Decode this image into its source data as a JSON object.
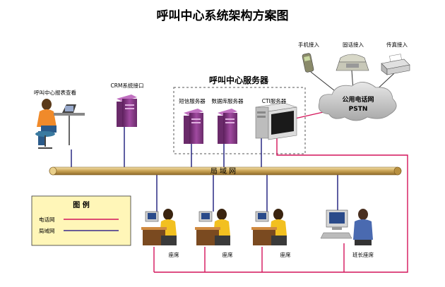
{
  "title": "呼叫中心系统架构方案图",
  "server_group": {
    "title": "呼叫中心服务器"
  },
  "nodes": {
    "report_viewer": "呼叫中心报表查看",
    "crm": "CRM系统接口",
    "sms_server": "短信服务器",
    "db_server": "数据库服务器",
    "cti_server": "CTI服务器",
    "mobile": "手机接入",
    "landline": "固话接入",
    "fax": "传真接入",
    "pstn_line1": "公用电话网",
    "pstn_line2": "PSTN",
    "lan": "局 域 网",
    "seat1": "座席",
    "seat2": "座席",
    "seat3": "座席",
    "supervisor": "班长座席"
  },
  "legend": {
    "title": "图 例",
    "items": [
      {
        "label": "电话网",
        "color": "#d4145a"
      },
      {
        "label": "局域网",
        "color": "#3a2a8a"
      }
    ]
  },
  "colors": {
    "phone_line": "#d4145a",
    "lan_line": "#1a1a7a",
    "lan_bus": "#d9b35c",
    "server_purple": "#8b3a8b",
    "cloud": "#c9c9c9",
    "legend_bg": "#fff6b8"
  }
}
